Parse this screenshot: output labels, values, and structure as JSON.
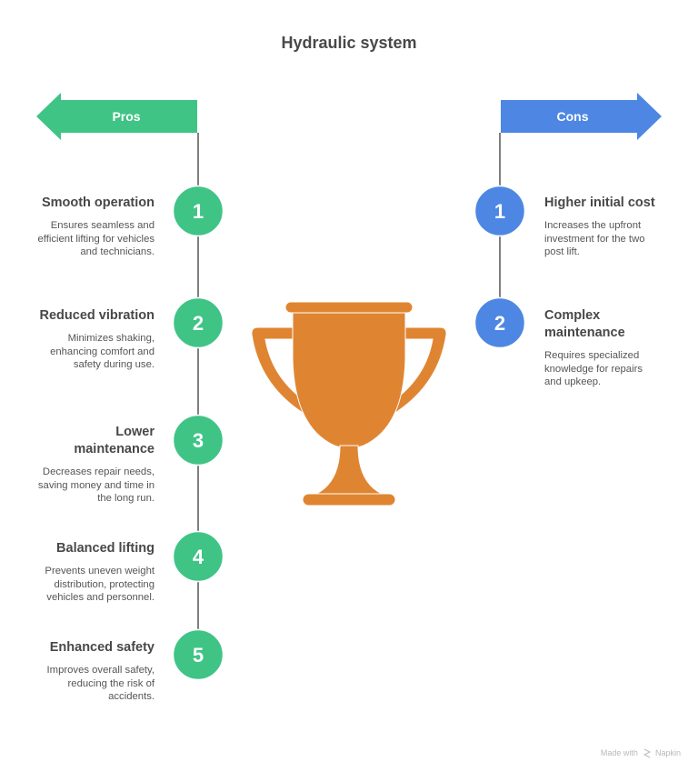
{
  "title": "Hydraulic system",
  "colors": {
    "pros": "#3fc486",
    "cons": "#4d87e3",
    "trophy": "#df8532",
    "line": "#555555",
    "text": "#484848"
  },
  "pros": {
    "label": "Pros",
    "items": [
      {
        "number": "1",
        "title": "Smooth operation",
        "description": "Ensures seamless and efficient lifting for vehicles and technicians."
      },
      {
        "number": "2",
        "title": "Reduced vibration",
        "description": "Minimizes shaking, enhancing comfort and safety during use."
      },
      {
        "number": "3",
        "title": "Lower maintenance",
        "description": "Decreases repair needs, saving money and time in the long run."
      },
      {
        "number": "4",
        "title": "Balanced lifting",
        "description": "Prevents uneven weight distribution, protecting vehicles and personnel."
      },
      {
        "number": "5",
        "title": "Enhanced safety",
        "description": "Improves overall safety, reducing the risk of accidents."
      }
    ]
  },
  "cons": {
    "label": "Cons",
    "items": [
      {
        "number": "1",
        "title": "Higher initial cost",
        "description": "Increases the upfront investment for the two post lift."
      },
      {
        "number": "2",
        "title": "Complex maintenance",
        "description": "Requires specialized knowledge for repairs and upkeep."
      }
    ]
  },
  "center_icon": "trophy-icon",
  "footer": {
    "text": "Made with",
    "brand": "Napkin",
    "icon": "napkin-logo-icon"
  }
}
